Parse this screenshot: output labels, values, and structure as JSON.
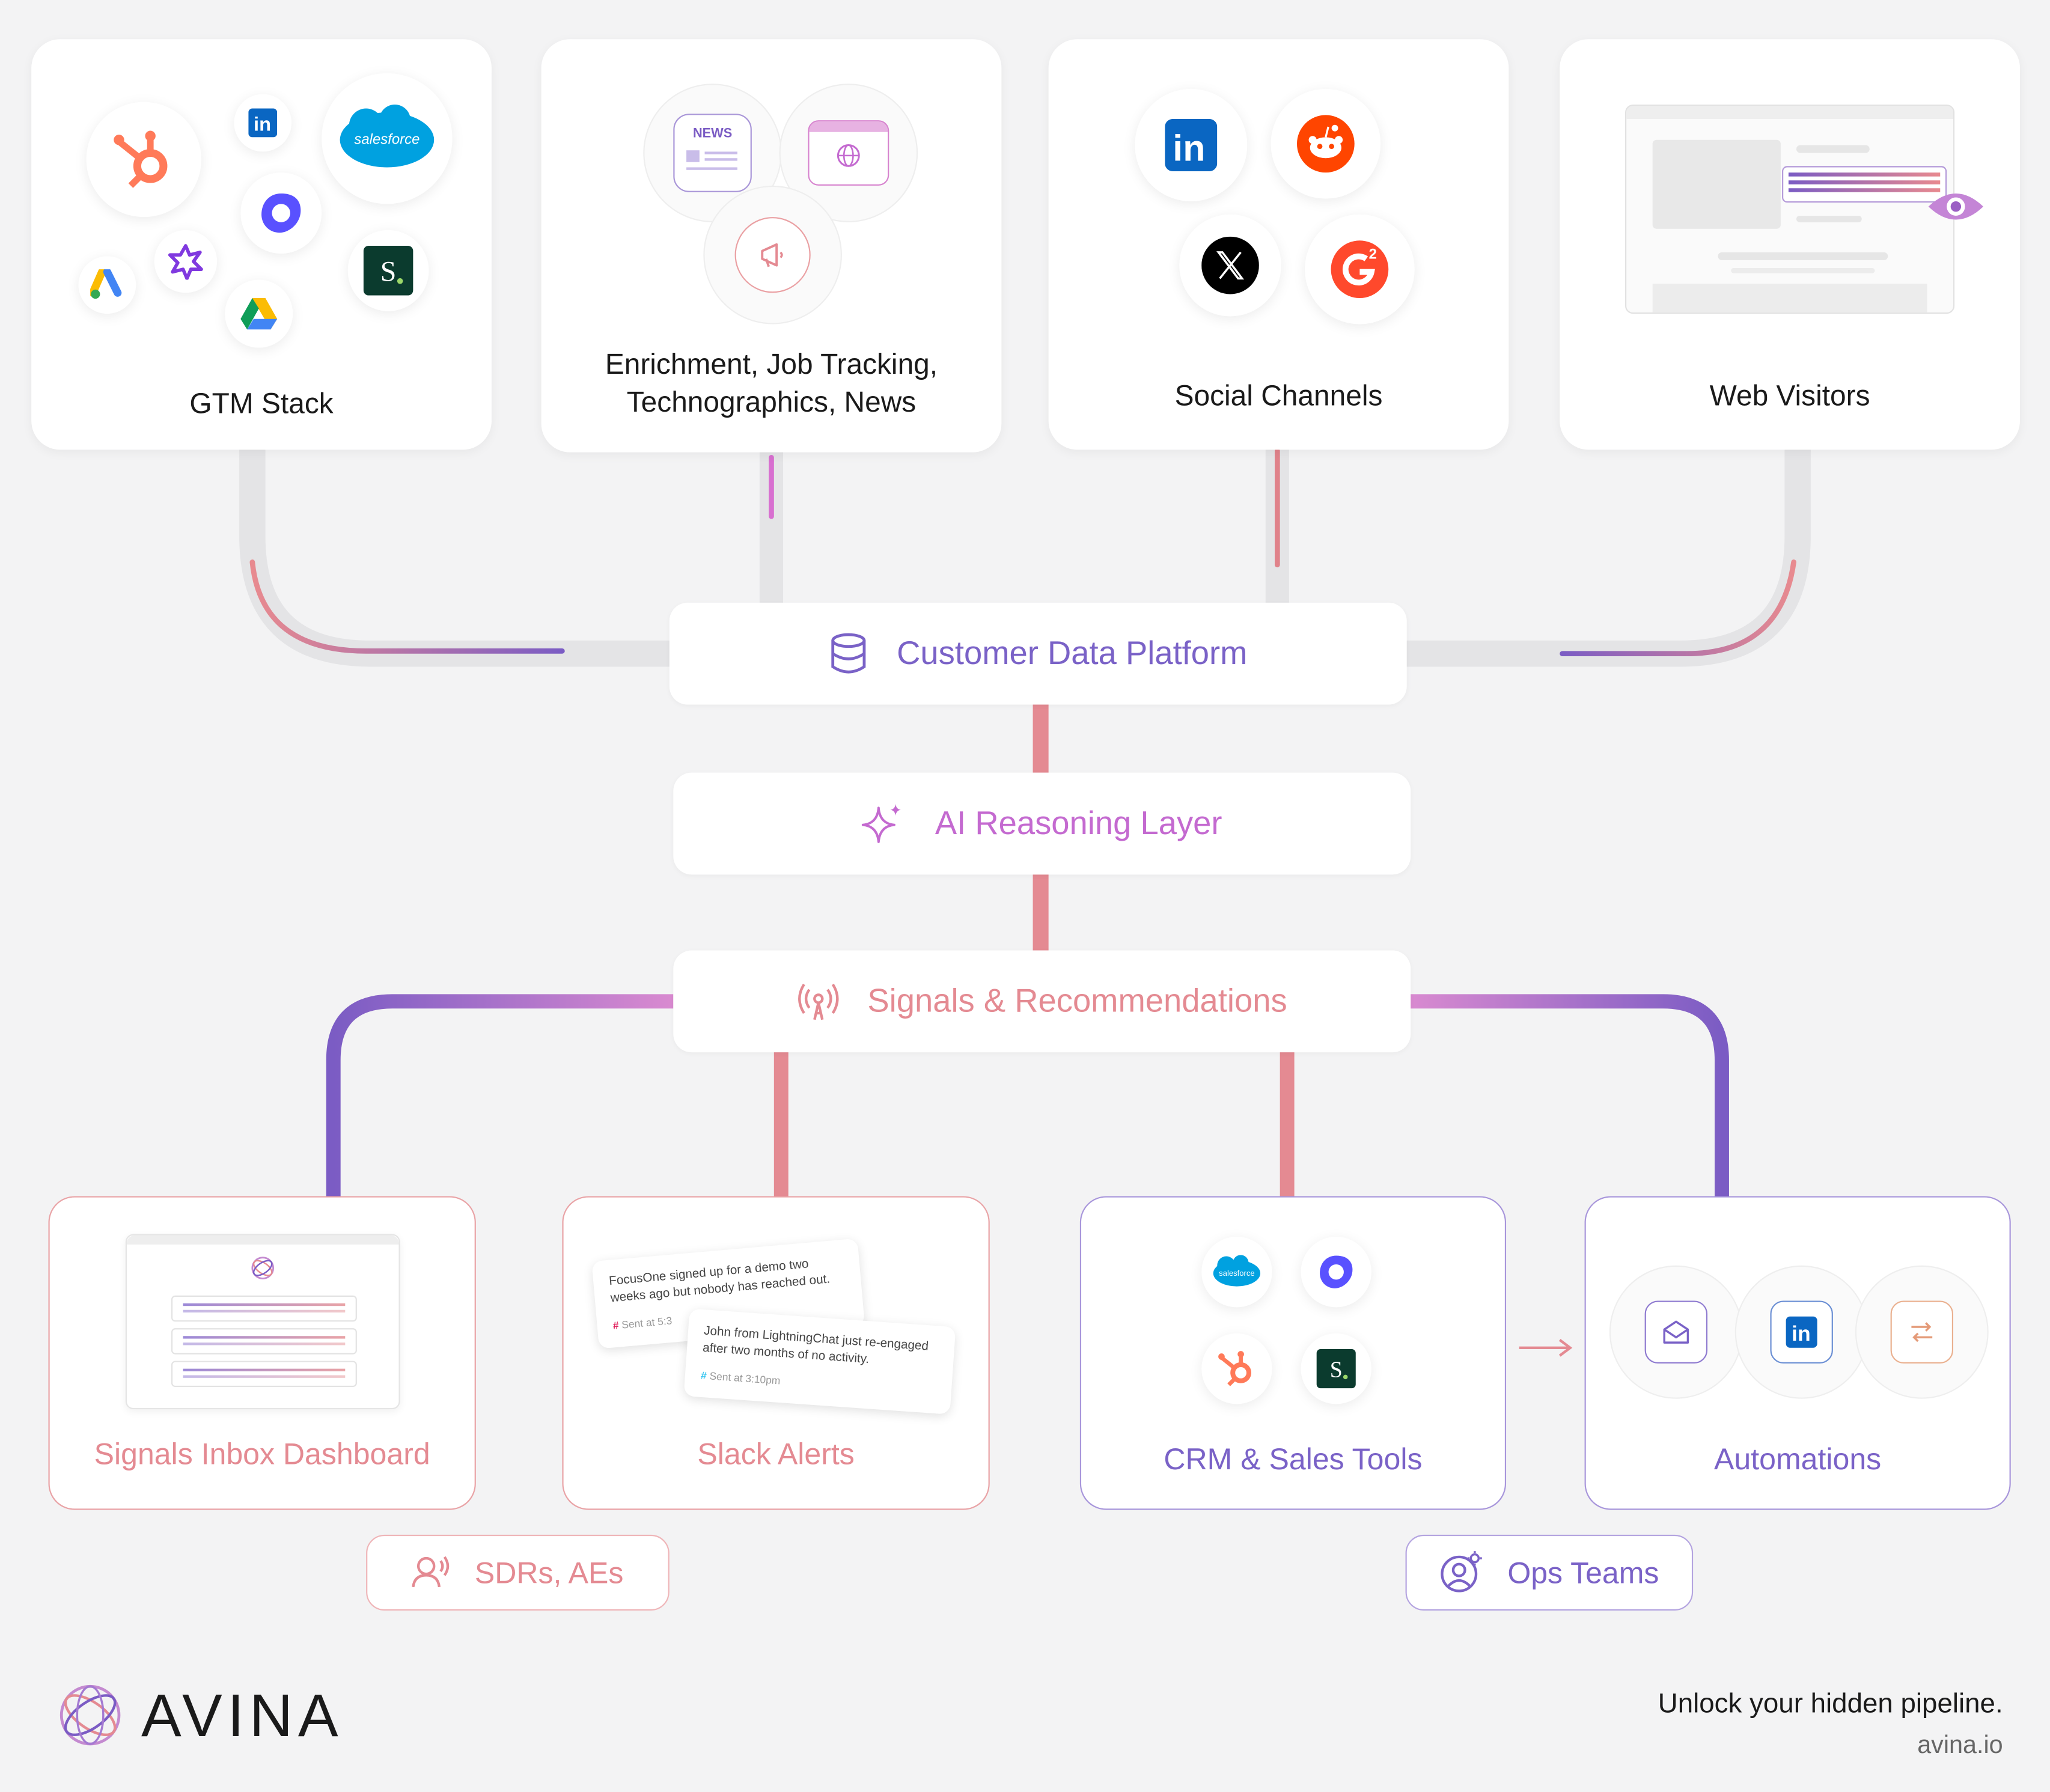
{
  "sources": {
    "gtm_stack": "GTM Stack",
    "enrichment": "Enrichment, Job Tracking,\nTechnographics, News",
    "social": "Social Channels",
    "web": "Web Visitors"
  },
  "news_badge": "NEWS",
  "salesforce_label": "salesforce",
  "layers": {
    "cdp": "Customer Data Platform",
    "ai": "AI Reasoning Layer",
    "signals": "Signals & Recommendations"
  },
  "outputs": {
    "inbox": "Signals Inbox Dashboard",
    "slack": "Slack Alerts",
    "crm": "CRM & Sales Tools",
    "automations": "Automations"
  },
  "slack_messages": [
    {
      "text": "FocusOne signed up for a demo two weeks ago but nobody has reached out.",
      "sent": "Sent at 5:3"
    },
    {
      "text": "John from LightningChat just re-engaged after two months of no activity.",
      "sent": "Sent at 3:10pm"
    }
  ],
  "audiences": {
    "sdrs": "SDRs, AEs",
    "ops": "Ops Teams"
  },
  "footer": {
    "brand": "AVINA",
    "tagline": "Unlock your hidden pipeline.",
    "site": "avina.io"
  },
  "colors": {
    "purple": "#7b5cc4",
    "pink": "#e88a8f",
    "magenta": "#d86fd0",
    "accent_text_cdp": "#7a62c7",
    "accent_text_ai": "#c46ad0",
    "accent_text_signals": "#e48a92"
  },
  "icons": [
    "hubspot-icon",
    "linkedin-icon",
    "salesforce-icon",
    "outreach-icon",
    "google-ads-icon",
    "gong-icon",
    "google-drive-icon",
    "salesloft-icon",
    "news-icon",
    "browser-icon",
    "megaphone-icon",
    "reddit-icon",
    "x-icon",
    "g2-icon",
    "eye-icon",
    "database-icon",
    "sparkle-icon",
    "antenna-icon",
    "slack-icon",
    "mail-icon",
    "switch-icon",
    "people-icon",
    "gear-user-icon",
    "avina-logo-icon"
  ]
}
